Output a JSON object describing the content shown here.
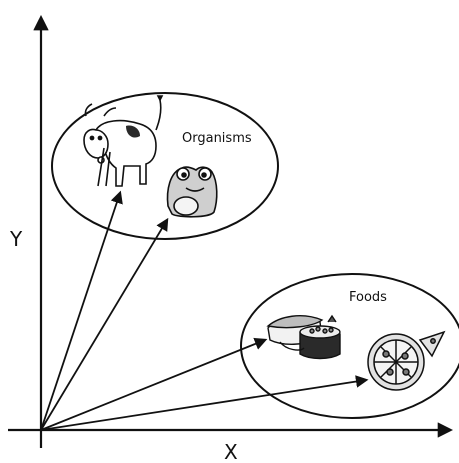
{
  "axes": {
    "x_label": "X",
    "y_label": "Y"
  },
  "clusters": [
    {
      "label": "Organisms",
      "items": [
        "cow-icon",
        "frog-icon"
      ]
    },
    {
      "label": "Foods",
      "items": [
        "sushi-icon",
        "pizza-icon"
      ]
    }
  ],
  "colors": {
    "ink": "#111111",
    "cow_patch": "#2a2a2a",
    "frog": "#cfcfcf",
    "sushi_salmon": "#bdbdbd",
    "pizza": "#e2e2e2"
  }
}
